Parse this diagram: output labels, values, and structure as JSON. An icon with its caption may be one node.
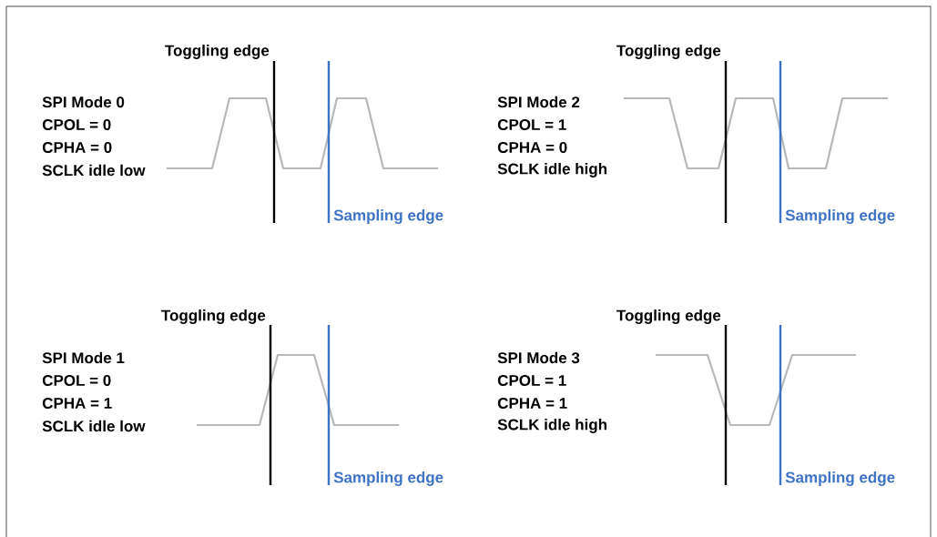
{
  "diagram": {
    "labels": [
      "Toggling edge",
      "SPI Mode 0",
      "CPOL = 0",
      "CPHA = 0",
      "SCLK idle low",
      "Sampling edge",
      "Toggling edge",
      "SPI Mode 2",
      "CPOL = 1",
      "CPHA = 0",
      "SCLK idle high",
      "Sampling edge",
      "Toggling edge",
      "SPI Mode 1",
      "CPOL = 0",
      "CPHA = 1",
      "SCLK idle low",
      "Sampling edge",
      "Toggling edge",
      "SPI Mode 3",
      "CPOL = 1",
      "CPHA = 1",
      "SCLK idle high",
      "Sampling edge"
    ]
  }
}
